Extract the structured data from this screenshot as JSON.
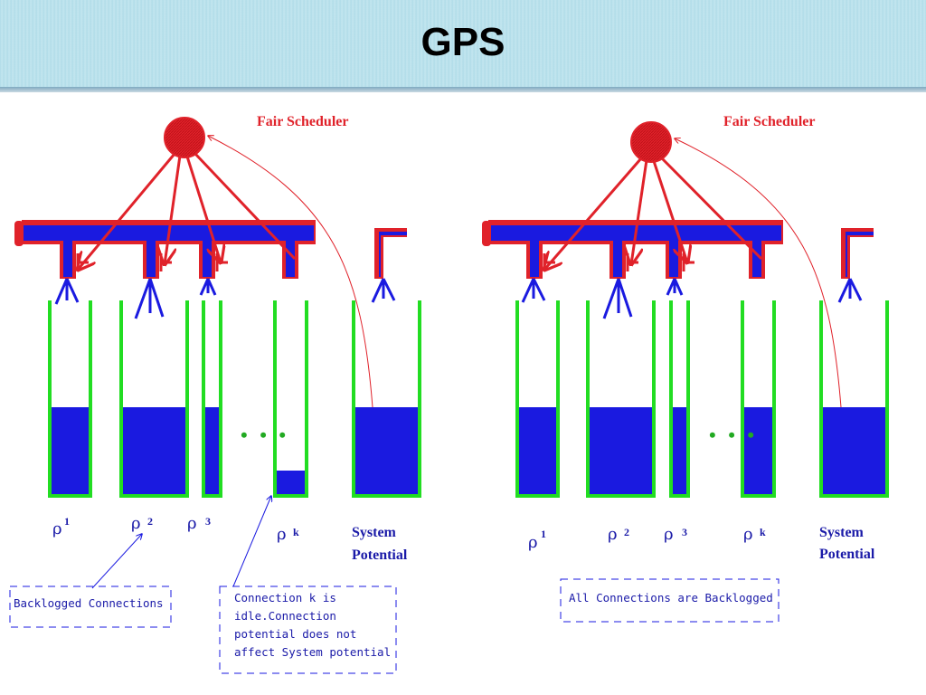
{
  "slide": {
    "title": "GPS"
  },
  "left_panel": {
    "scheduler_label": "Fair Scheduler",
    "rho_symbol": "ρ",
    "queue_labels": [
      "1",
      "2",
      "3",
      "k"
    ],
    "system_label_line1": "System",
    "system_label_line2": "Potential",
    "dots": "• • •",
    "note_backlogged": "Backlogged Connections",
    "note_idle_lines": [
      "Connection k is",
      "idle.Connection",
      "potential does not",
      "affect System potential"
    ]
  },
  "right_panel": {
    "scheduler_label": "Fair Scheduler",
    "rho_symbol": "ρ",
    "queue_labels": [
      "1",
      "2",
      "3",
      "k"
    ],
    "system_label_line1": "System",
    "system_label_line2": "Potential",
    "dots": "• • •",
    "note_all_backlogged": "All Connections are Backlogged"
  },
  "colors": {
    "pipe_red": "#e0222a",
    "pipe_blue": "#1a1ae0",
    "bucket_green": "#22dd22",
    "fill_blue": "#1a1ae0",
    "label_blue": "#1a1aa8"
  }
}
